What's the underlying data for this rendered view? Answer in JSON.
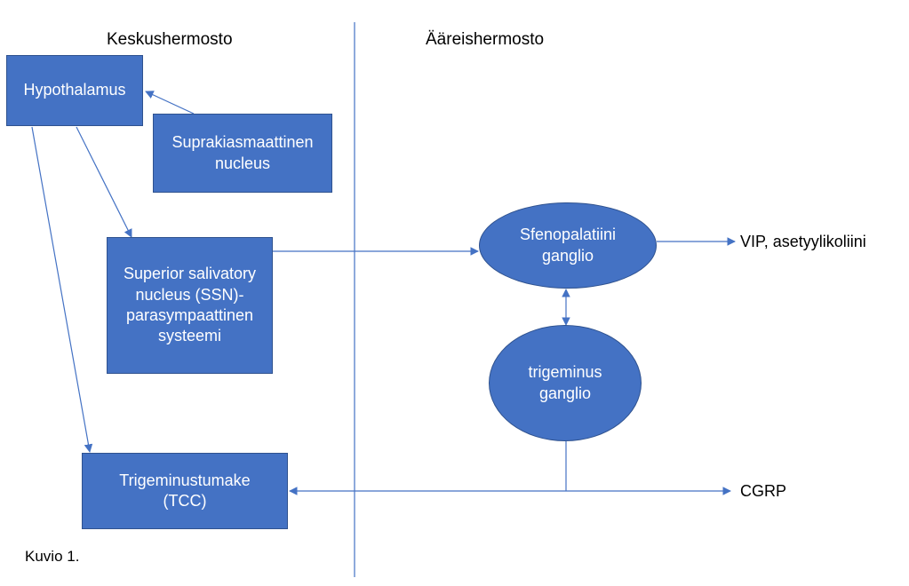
{
  "headings": {
    "left": "Keskushermosto",
    "right": "Ääreishermosto"
  },
  "nodes": {
    "hypothalamus": "Hypothalamus",
    "suprachiasmatic": "Suprakiasmaattinen\nnucleus",
    "ssn": "Superior salivatory\nnucleus (SSN)-\nparasympaattinen\nsysteemi",
    "tcc": "Trigeminustumake\n(TCC)",
    "sphenopalatine": "Sfenopalatiini\nganglio",
    "trigeminal": "trigeminus\nganglio"
  },
  "outputs": {
    "vip": "VIP, asetyylikoliini",
    "cgrp": "CGRP"
  },
  "caption": "Kuvio 1.",
  "colors": {
    "node_fill": "#4472c4",
    "node_border": "#2f528f",
    "connector": "#4472c4"
  }
}
